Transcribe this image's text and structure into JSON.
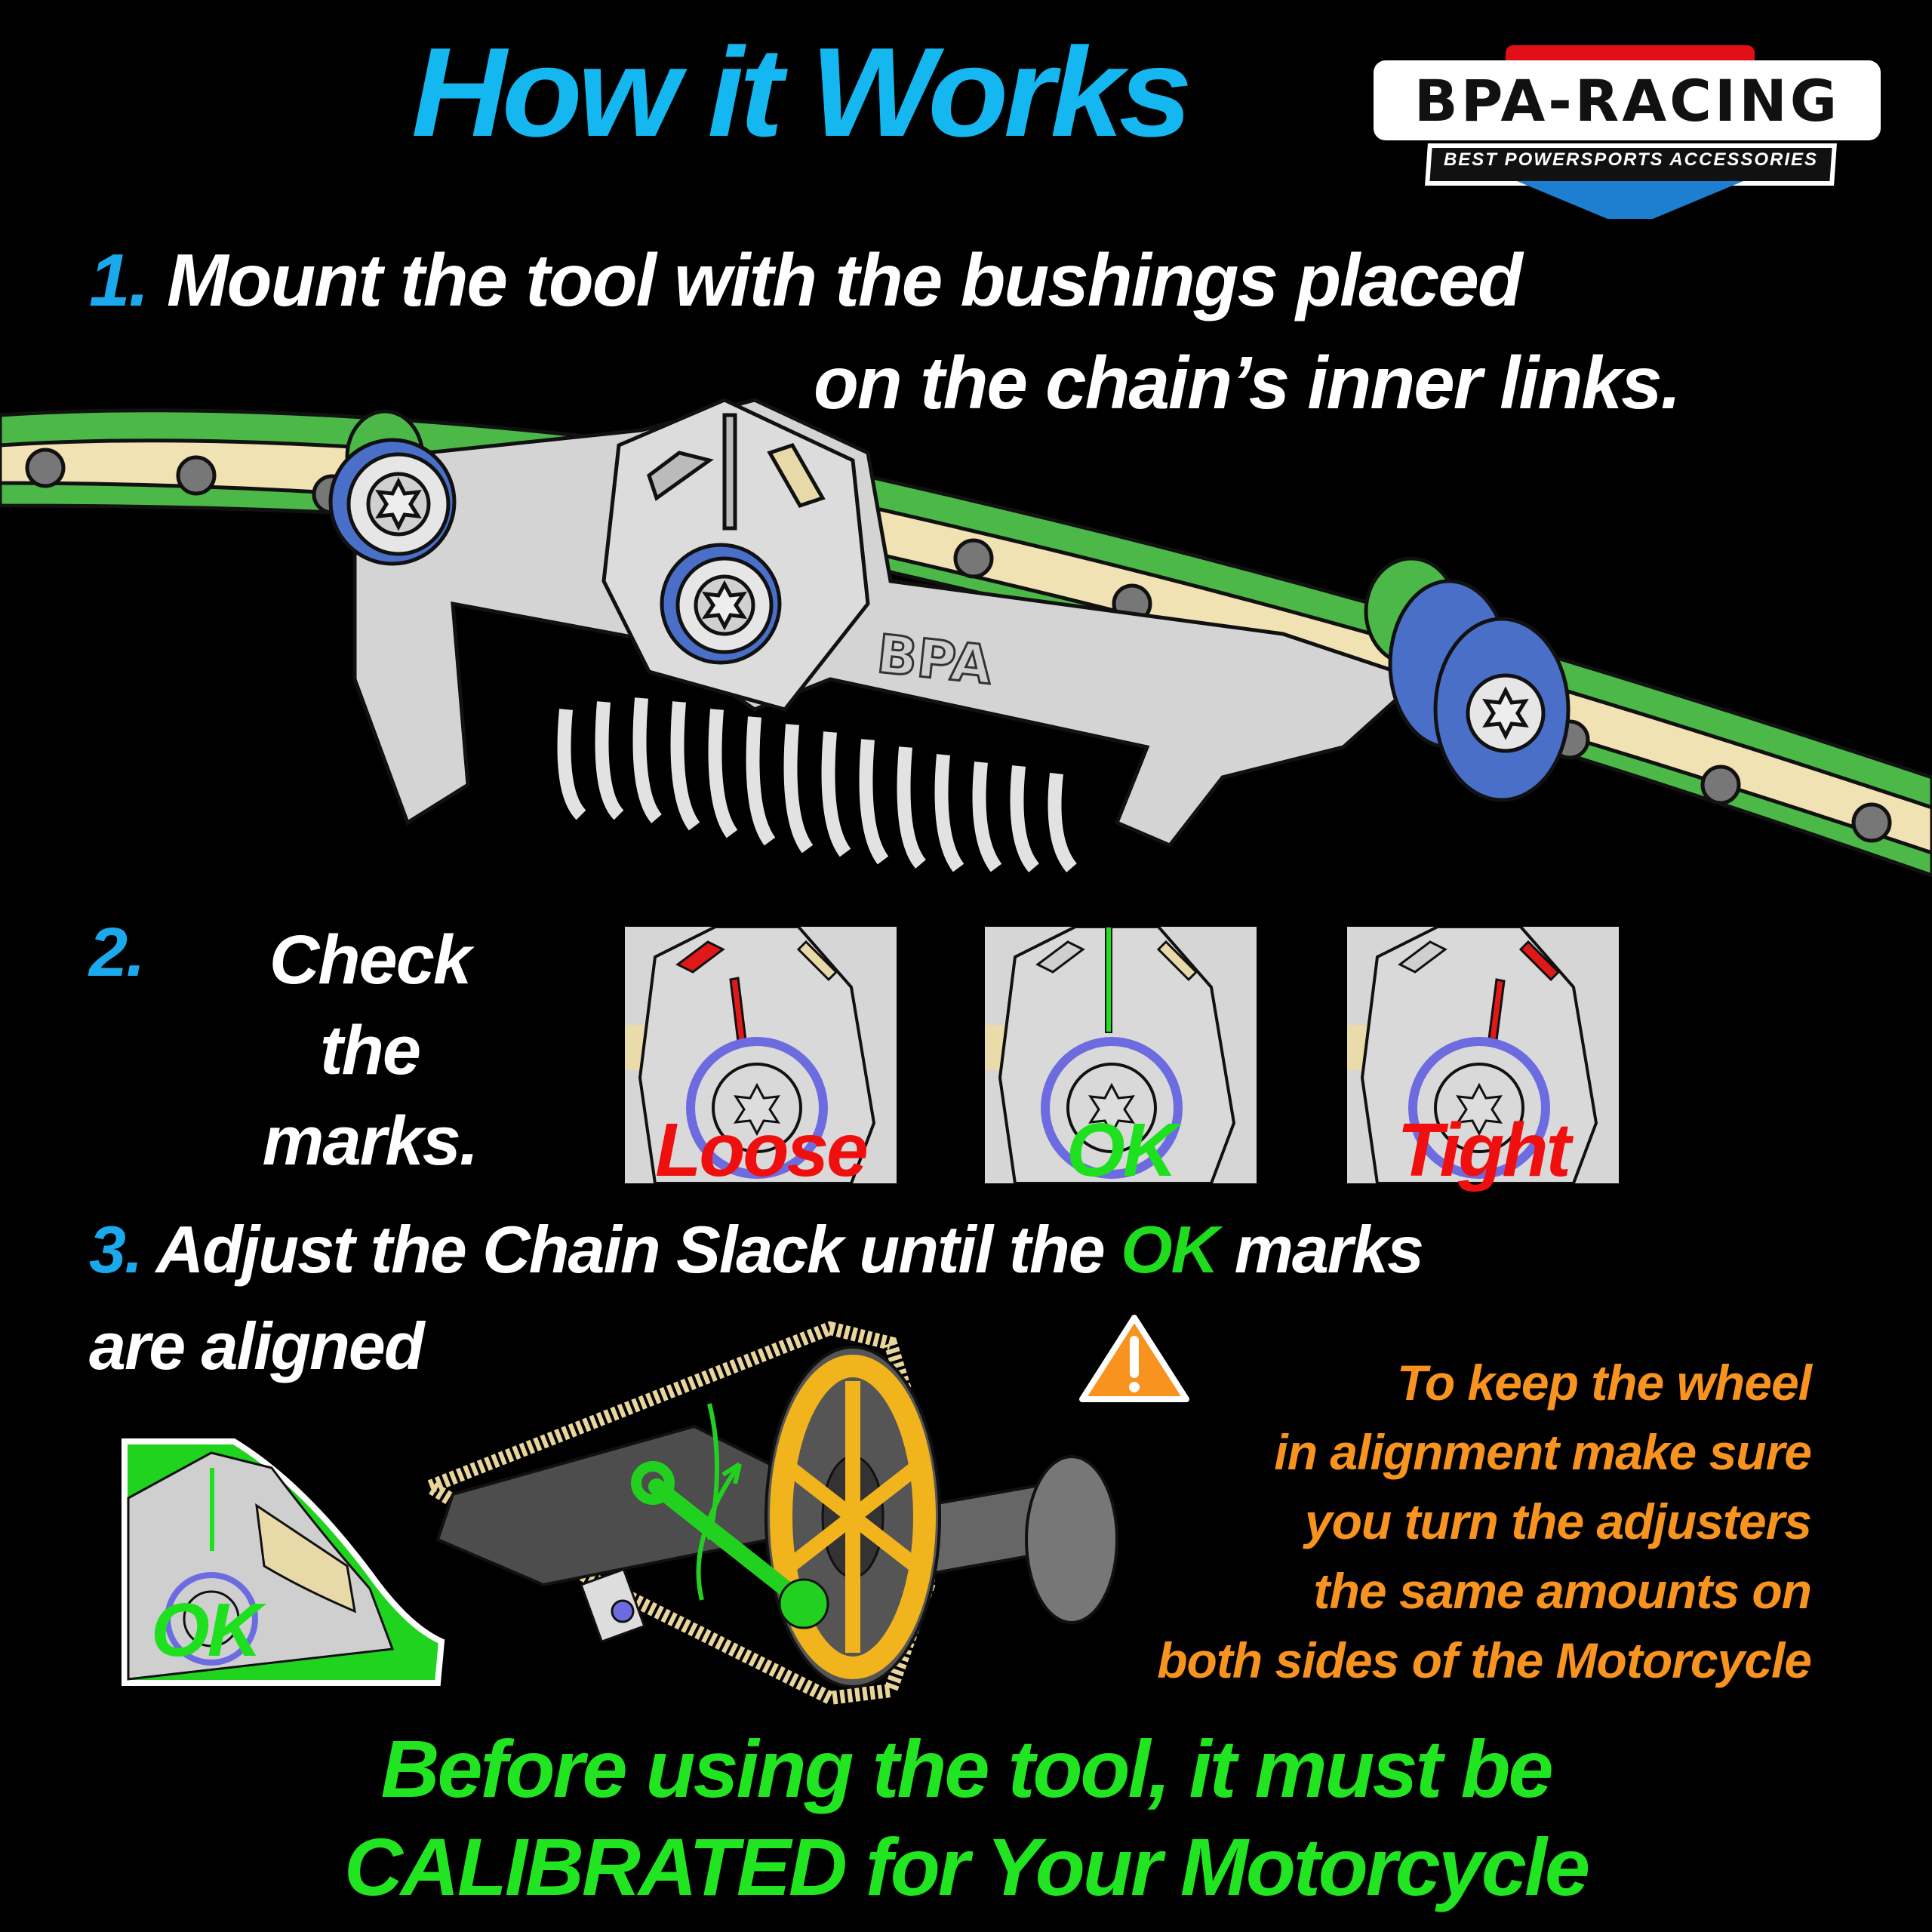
{
  "header": {
    "title": "How it Works"
  },
  "logo": {
    "name": "BPA-RACING",
    "tagline": "BEST POWERSPORTS ACCESSORIES",
    "colors": {
      "red": "#e10f15",
      "blue": "#1e7fd0",
      "white": "#ffffff",
      "black": "#111111"
    }
  },
  "steps": [
    {
      "number": "1.",
      "lines": [
        "Mount the tool with the  bushings placed",
        "on the chain’s inner links."
      ],
      "illustration": {
        "name": "chain-tool-mounted",
        "engraving": "BPA"
      }
    },
    {
      "number": "2.",
      "lines": [
        "Check",
        "the",
        "marks."
      ],
      "indicators": [
        {
          "label": "Loose",
          "color": "#f00f0f"
        },
        {
          "label": "OK",
          "color": "#1fe01f"
        },
        {
          "label": "Tight",
          "color": "#f00f0f"
        }
      ]
    },
    {
      "number": "3.",
      "line1_pre": "Adjust the Chain Slack until the ",
      "line1_highlight": "OK",
      "line1_post": " marks",
      "line2": "are aligned",
      "inset_label": "OK"
    }
  ],
  "warning": {
    "icon": "warning-triangle-icon",
    "lines": [
      "To keep the wheel",
      "in alignment make sure",
      "you turn the adjusters",
      "the same amounts on",
      "both sides of the Motorcycle"
    ],
    "color": "#f7931e"
  },
  "footer": {
    "line1": "Before using the tool, it must be",
    "line2": "CALIBRATED  for Your Motorcycle",
    "color": "#22e522"
  },
  "colors": {
    "background": "#000000",
    "title_blue": "#14b7f0",
    "step_number_blue": "#1aa9ec",
    "chain_green": "#4cb848",
    "chain_cream": "#f1e2b3",
    "bushing_blue": "#4a6fc9",
    "tool_silver": "#d4d4d4",
    "sprocket_gold": "#f2b41c"
  }
}
